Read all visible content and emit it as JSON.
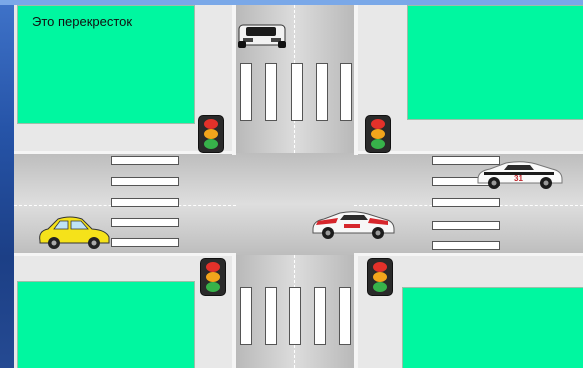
{
  "caption": "Это перекресток",
  "colors": {
    "grass": "#00f7a0",
    "road": "#d0d0d0",
    "yellow_car": "#f5e21a",
    "race_car_accent": "#d6262c"
  },
  "traffic_lights": [
    "top-left",
    "top-right",
    "bottom-left",
    "bottom-right"
  ],
  "vehicles": [
    {
      "name": "black-white-car",
      "direction": "down"
    },
    {
      "name": "yellow-car",
      "direction": "right"
    },
    {
      "name": "red-white-race-car",
      "direction": "right"
    },
    {
      "name": "white-race-car-31",
      "direction": "left",
      "number": "31"
    }
  ]
}
